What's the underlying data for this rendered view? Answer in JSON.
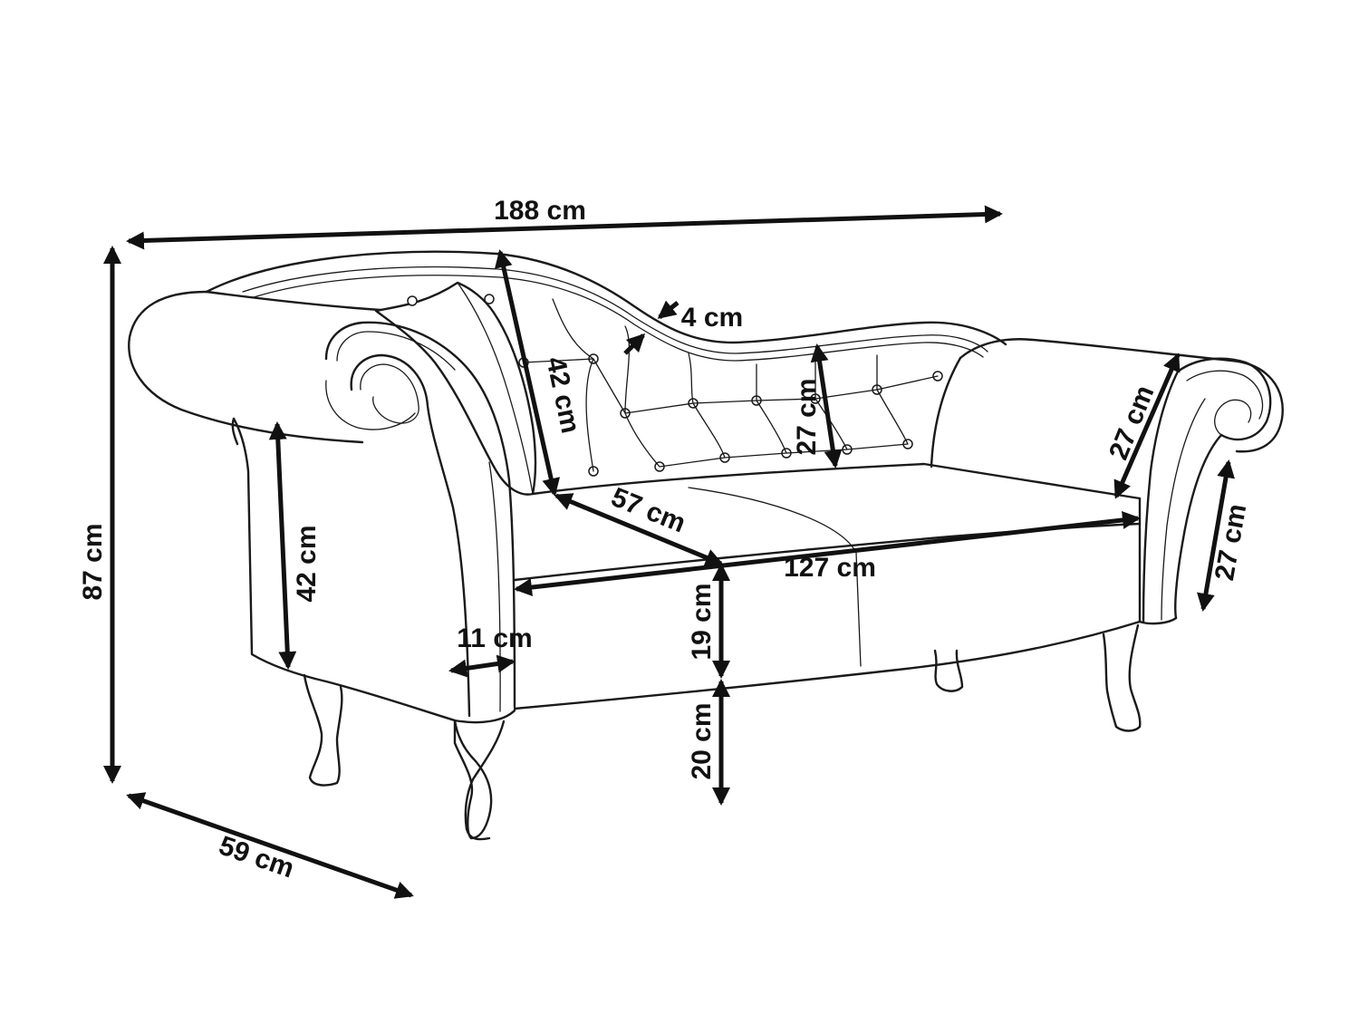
{
  "drawing": {
    "subject": "chaise-longue-sofa",
    "line_color": "#1a1a1a"
  },
  "dimensions": {
    "overall_width": "188 cm",
    "overall_height": "87 cm",
    "depth": "59 cm",
    "backrest_height": "42 cm",
    "backrest_frame": "4 cm",
    "back_inner_height": "27 cm",
    "right_armrest_width": "27 cm",
    "right_armrest_height": "27 cm",
    "armrest_height": "42 cm",
    "armrest_width": "11 cm",
    "seat_depth": "57 cm",
    "seat_width": "127 cm",
    "seat_height": "19 cm",
    "leg_height": "20 cm"
  }
}
